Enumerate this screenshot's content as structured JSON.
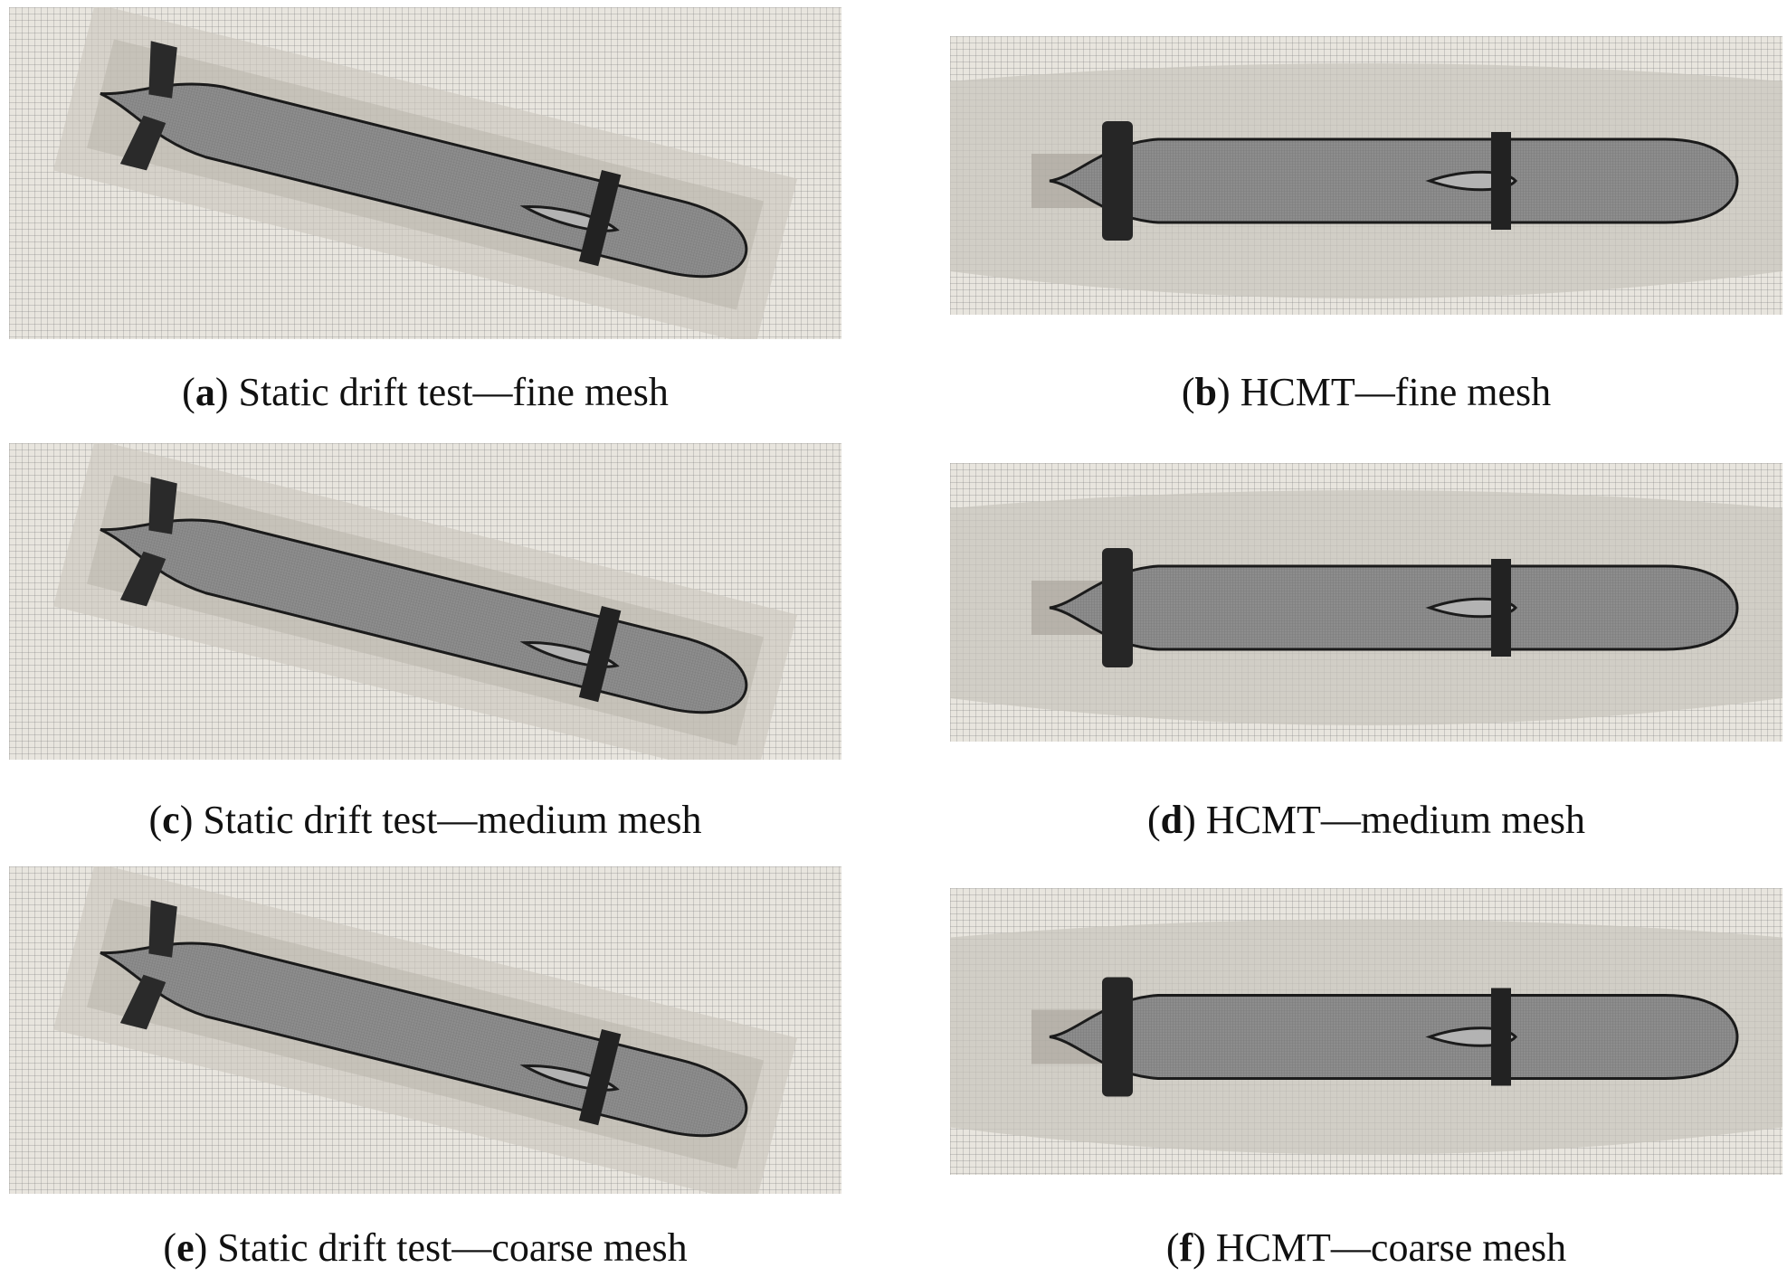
{
  "figure": {
    "panels": [
      {
        "id": "a",
        "letter": "a",
        "text": "Static drift test—fine mesh",
        "view": "static"
      },
      {
        "id": "b",
        "letter": "b",
        "text": "HCMT—fine mesh",
        "view": "hcmt"
      },
      {
        "id": "c",
        "letter": "c",
        "text": "Static drift test—medium mesh",
        "view": "static"
      },
      {
        "id": "d",
        "letter": "d",
        "text": "HCMT—medium mesh",
        "view": "hcmt"
      },
      {
        "id": "e",
        "letter": "e",
        "text": "Static drift test—coarse mesh",
        "view": "static"
      },
      {
        "id": "f",
        "letter": "f",
        "text": "HCMT—coarse mesh",
        "view": "hcmt"
      }
    ]
  }
}
